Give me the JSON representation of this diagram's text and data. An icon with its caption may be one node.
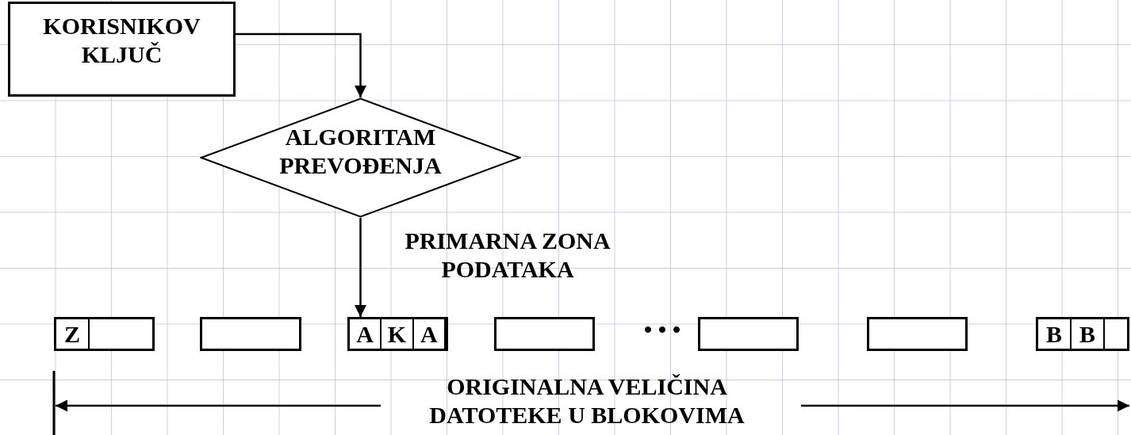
{
  "diagram": {
    "nodes": [
      {
        "text": [
          "KORISNIKOV KLJUČ"
        ]
      },
      {
        "text": [
          "ALGORITAM PREVOĐENJA"
        ]
      },
      {
        "text": [
          "Z"
        ]
      },
      {
        "text": [],
        "shape": "box"
      },
      {
        "text": [
          "A",
          "K",
          "A"
        ]
      },
      {
        "text": [],
        "shape": "box"
      },
      {
        "text": [],
        "shape": "box"
      },
      {
        "text": [],
        "shape": "box"
      },
      {
        "text": [
          "B",
          "B"
        ]
      }
    ],
    "edges": [
      {
        "from": 0,
        "to": 1,
        "arrow": "to"
      },
      {
        "from": 1,
        "to": 4,
        "arrow": "to",
        "label": "PRIMARNA ZONA PODATAKA"
      }
    ],
    "labels": [
      "• • •",
      "ORIGINALNA VELIČINA DATOTEKE U BLOKOVIMA"
    ]
  }
}
